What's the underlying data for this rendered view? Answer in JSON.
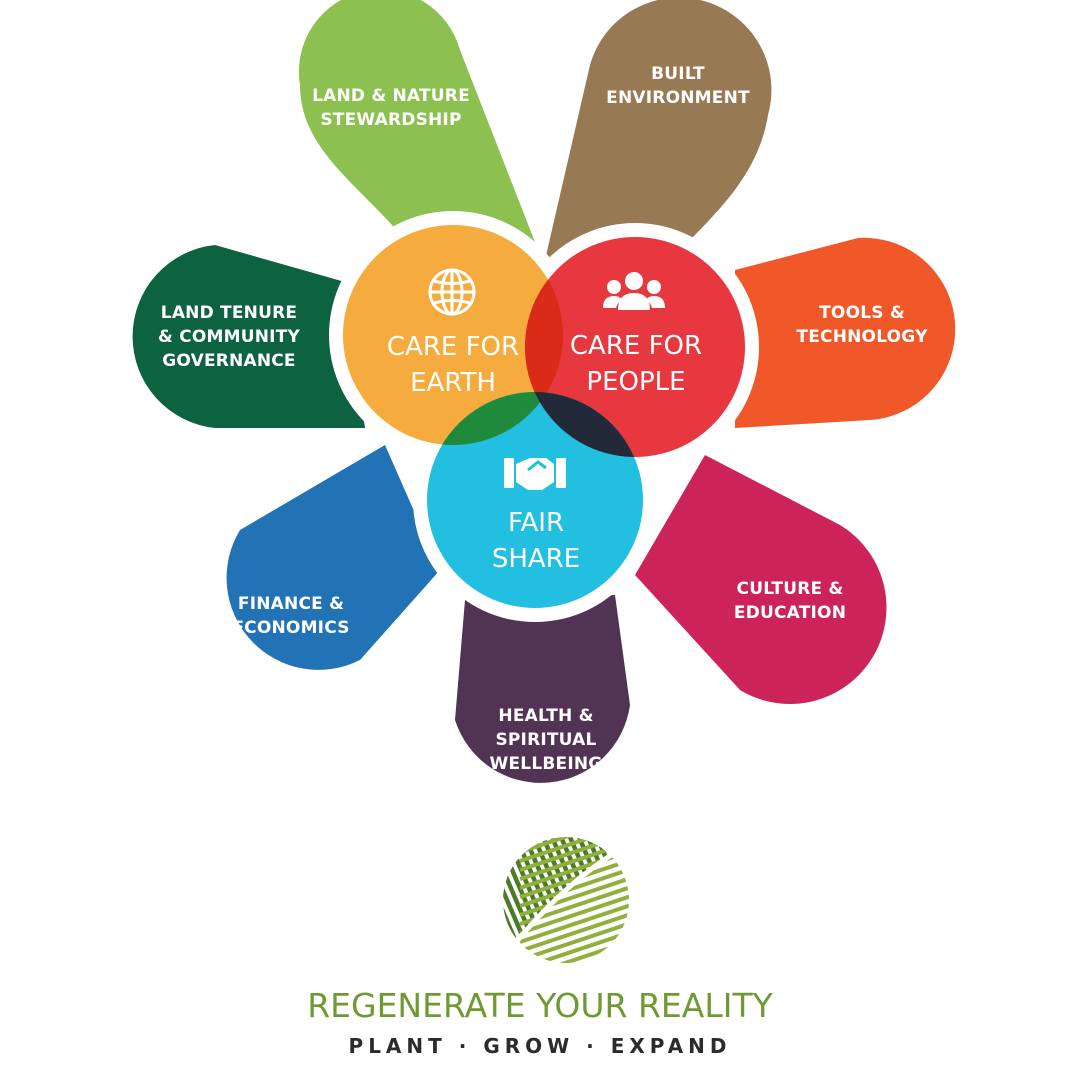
{
  "petals": [
    {
      "key": "land-nature",
      "label": "LAND & NATURE\nSTEWARDSHIP",
      "color": "#8cc152"
    },
    {
      "key": "built-environment",
      "label": "BUILT\nENVIRONMENT",
      "color": "#977954"
    },
    {
      "key": "tools-technology",
      "label": "TOOLS &\nTECHNOLOGY",
      "color": "#f0582a"
    },
    {
      "key": "culture-education",
      "label": "CULTURE &\nEDUCATION",
      "color": "#cc2459"
    },
    {
      "key": "health-wellbeing",
      "label": "HEALTH &\nSPIRITUAL\nWELLBEING",
      "color": "#513354"
    },
    {
      "key": "finance-economics",
      "label": "FINANCE &\nECONOMICS",
      "color": "#2272b6"
    },
    {
      "key": "land-tenure",
      "label": "LAND TENURE\n& COMMUNITY\nGOVERNANCE",
      "color": "#0d6240"
    }
  ],
  "circles": {
    "earth": {
      "label": "CARE FOR\nEARTH",
      "icon": "globe-icon",
      "color": "#f5ab3e"
    },
    "people": {
      "label": "CARE FOR\nPEOPLE",
      "icon": "people-icon",
      "color": "#e8383f"
    },
    "fairshare": {
      "label": "FAIR\nSHARE",
      "icon": "handshake-icon",
      "color": "#22bfe0"
    }
  },
  "brand": {
    "logo": "leaf-logo",
    "title": "REGENERATE YOUR REALITY",
    "tagline": "PLANT · GROW · EXPAND",
    "title_color": "#6f9a33"
  }
}
